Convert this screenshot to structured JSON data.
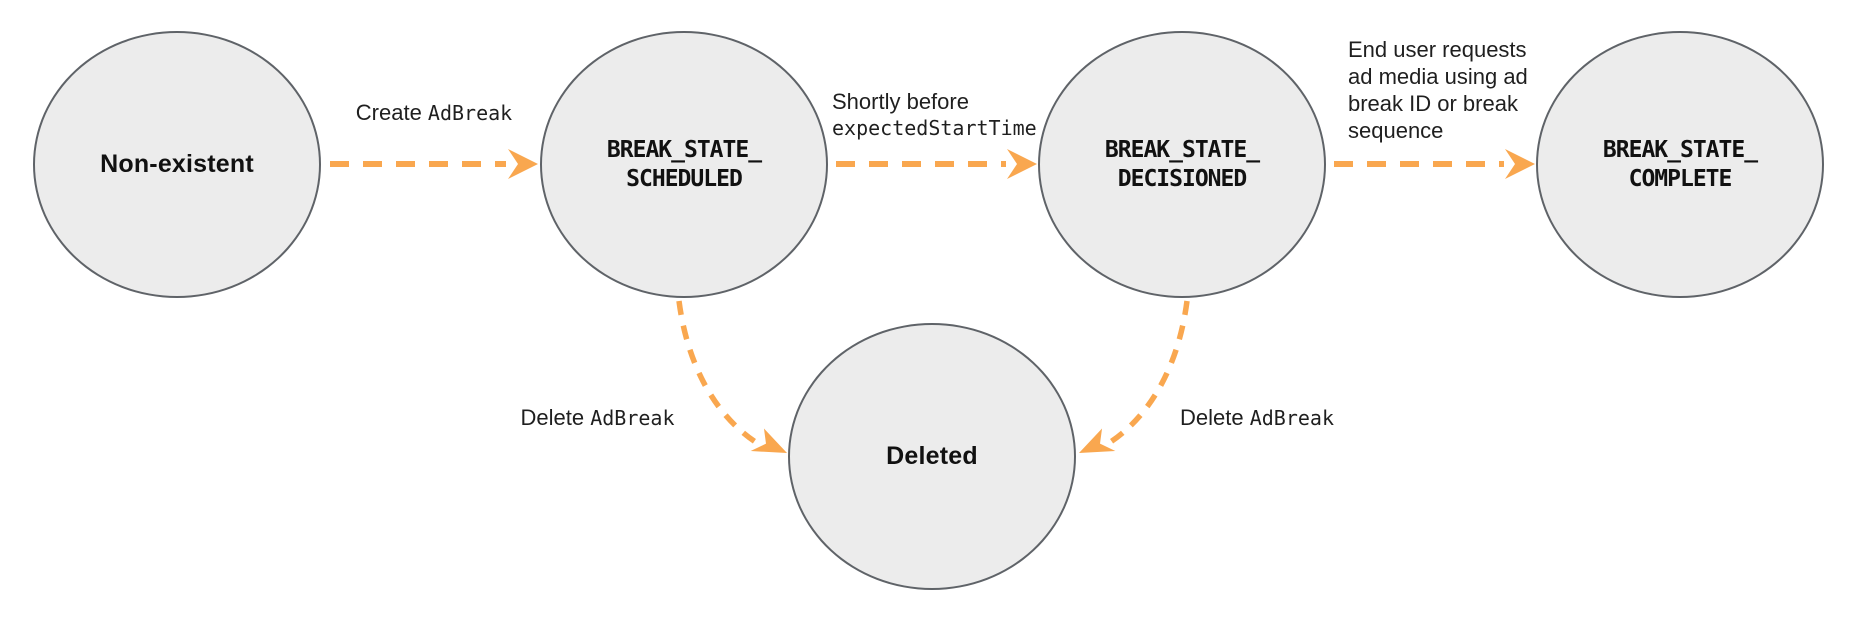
{
  "diagram": {
    "type": "state-diagram",
    "subject": "Ad break lifecycle states",
    "colors": {
      "node_fill": "#ececec",
      "node_border": "#5f6368",
      "arrow": "#f9a74f",
      "text": "#1f1f1f"
    },
    "nodes": [
      {
        "id": "non-existent",
        "label": "Non-existent",
        "text_style": "sans-bold"
      },
      {
        "id": "break-state-scheduled",
        "label": "BREAK_STATE_\nSCHEDULED",
        "text_style": "mono-bold"
      },
      {
        "id": "break-state-decisioned",
        "label": "BREAK_STATE_\nDECISIONED",
        "text_style": "mono-bold"
      },
      {
        "id": "break-state-complete",
        "label": "BREAK_STATE_\nCOMPLETE",
        "text_style": "mono-bold"
      },
      {
        "id": "deleted",
        "label": "Deleted",
        "text_style": "sans-bold"
      }
    ],
    "edges": [
      {
        "from": "non-existent",
        "to": "break-state-scheduled",
        "style": "dashed-straight",
        "label_plain": "Create ",
        "label_code": "AdBreak"
      },
      {
        "from": "break-state-scheduled",
        "to": "break-state-decisioned",
        "style": "dashed-straight",
        "label_plain": "Shortly before",
        "label_code": "expectedStartTime"
      },
      {
        "from": "break-state-decisioned",
        "to": "break-state-complete",
        "style": "dashed-straight",
        "label_plain": "End user requests\nad media using ad\nbreak ID or break\nsequence",
        "label_code": ""
      },
      {
        "from": "break-state-scheduled",
        "to": "deleted",
        "style": "dashed-curved",
        "label_plain": "Delete ",
        "label_code": "AdBreak"
      },
      {
        "from": "break-state-decisioned",
        "to": "deleted",
        "style": "dashed-curved",
        "label_plain": "Delete ",
        "label_code": "AdBreak"
      }
    ]
  }
}
